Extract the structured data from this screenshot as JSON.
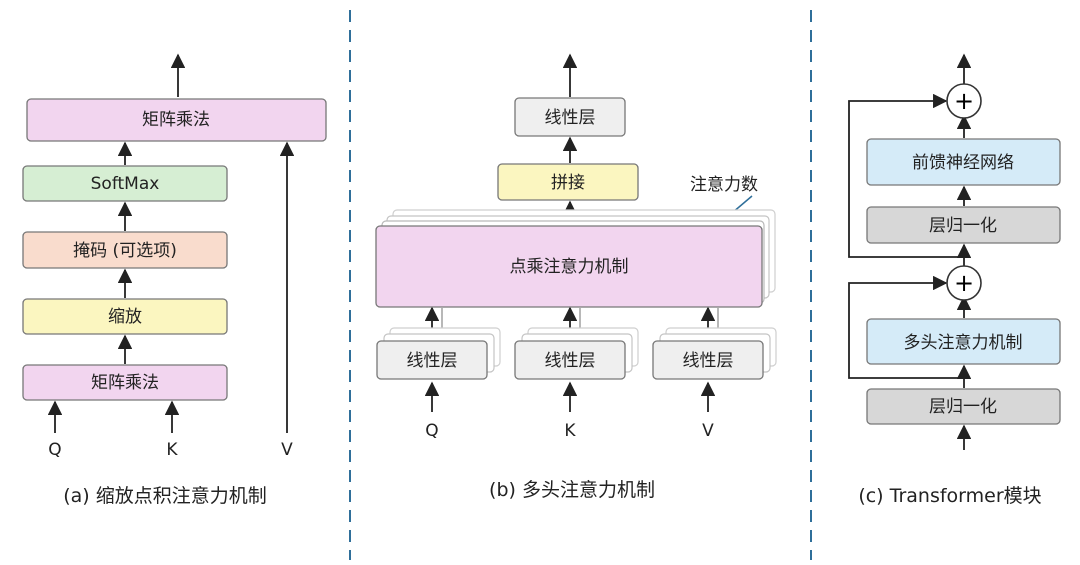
{
  "panel_a": {
    "matmul_top": "矩阵乘法",
    "softmax": "SoftMax",
    "mask": "掩码 (可选项)",
    "scale": "缩放",
    "matmul_bottom": "矩阵乘法",
    "input_q": "Q",
    "input_k": "K",
    "input_v": "V",
    "caption": "(a) 缩放点积注意力机制"
  },
  "panel_b": {
    "linear_top": "线性层",
    "concat": "拼接",
    "heads_label": "注意力数",
    "attention": "点乘注意力机制",
    "linear_q": "线性层",
    "linear_k": "线性层",
    "linear_v": "线性层",
    "input_q": "Q",
    "input_k": "K",
    "input_v": "V",
    "caption": "(b) 多头注意力机制"
  },
  "panel_c": {
    "plus_top": "+",
    "ffn": "前馈神经网络",
    "norm_top": "层归一化",
    "plus_bottom": "+",
    "mha": "多头注意力机制",
    "norm_bottom": "层归一化",
    "caption": "(c) Transformer模块"
  },
  "colors": {
    "pink": "#f2d5ef",
    "green": "#d6eed3",
    "peach": "#f9dccd",
    "yellow": "#fbf6c0",
    "gray_light": "#efefef",
    "gray_dark": "#d7d7d7",
    "blue": "#d5ebf8",
    "divider": "#2f6f9a"
  }
}
